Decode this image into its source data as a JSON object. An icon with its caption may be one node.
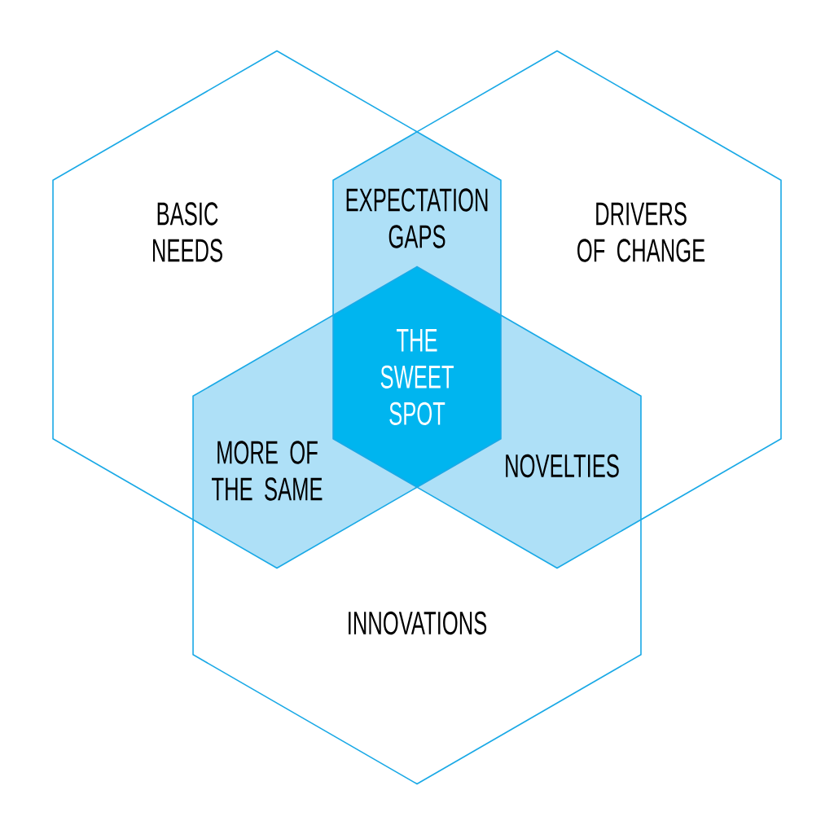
{
  "diagram": {
    "nodes": [
      {
        "text": [
          "BASIC NEEDS"
        ]
      },
      {
        "text": [
          "EXPECTATION GAPS"
        ]
      },
      {
        "text": [
          "DRIVERS OF CHANGE"
        ]
      },
      {
        "text": [
          "THE SWEET SPOT"
        ]
      },
      {
        "text": [
          "MORE OF THE SAME"
        ]
      },
      {
        "text": [
          "NOVELTIES"
        ]
      },
      {
        "text": [
          "INNOVATIONS"
        ]
      }
    ]
  }
}
